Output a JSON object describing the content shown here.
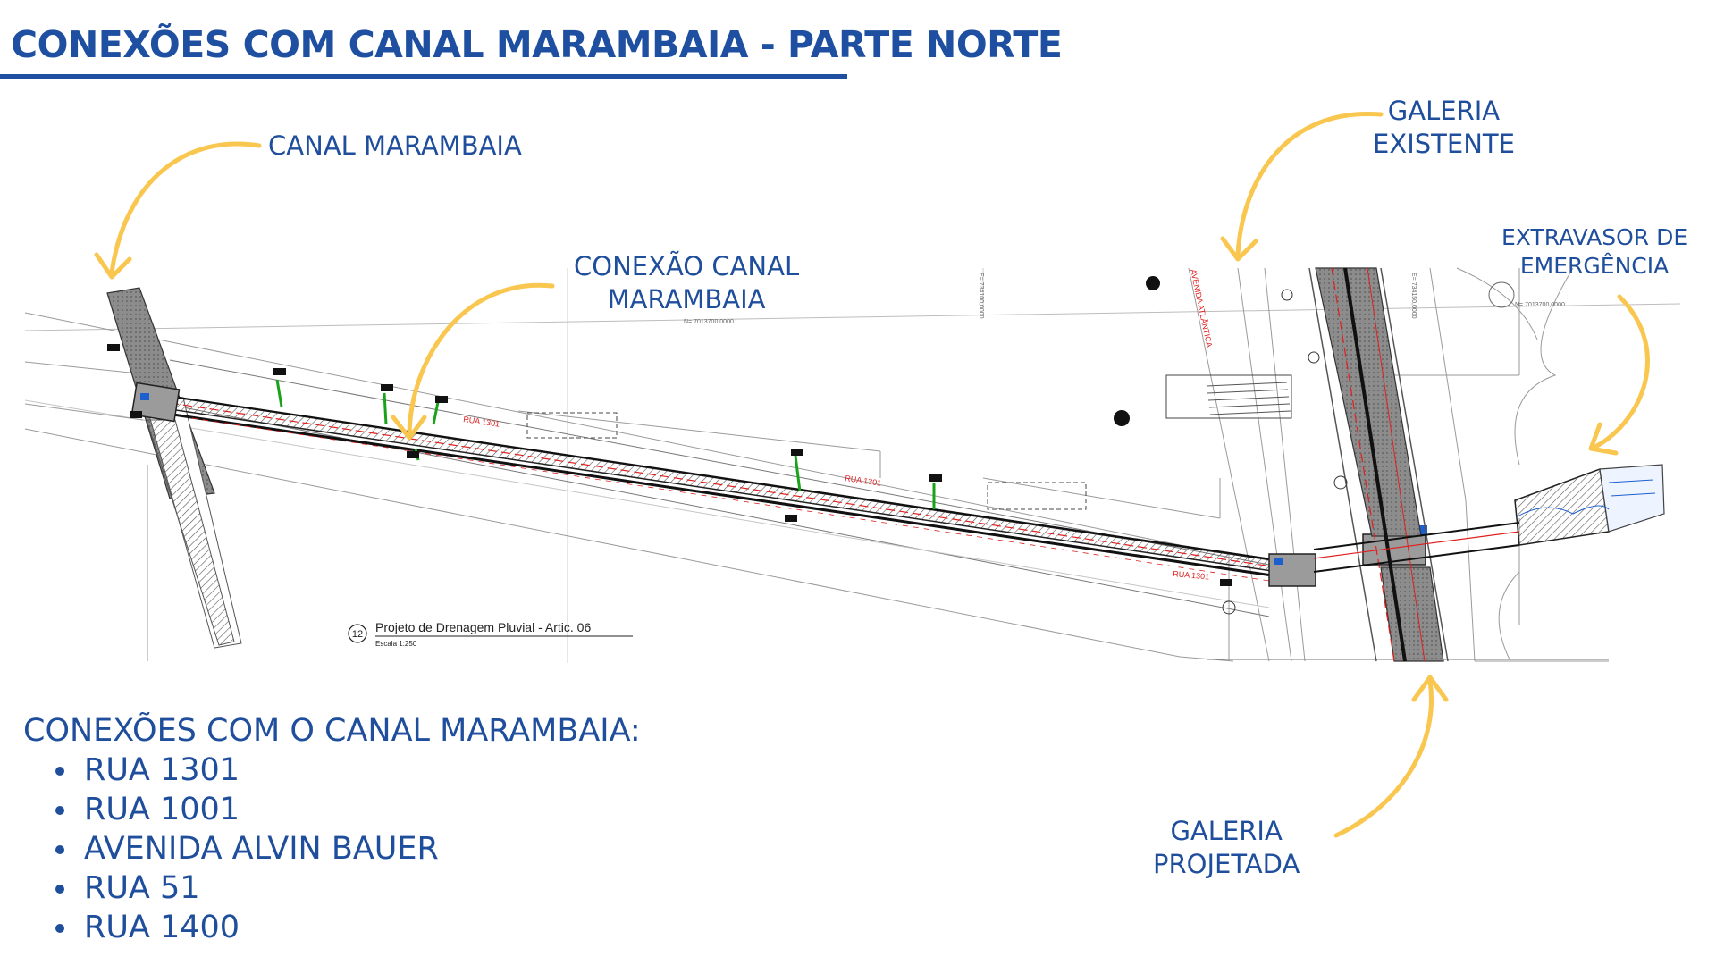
{
  "header": {
    "title": "CONEXÕES COM CANAL MARAMBAIA - PARTE NORTE"
  },
  "callouts": {
    "canal_marambaia": "CANAL MARAMBAIA",
    "conexao_canal": [
      "CONEXÃO CANAL",
      "MARAMBAIA"
    ],
    "galeria_existente": [
      "GALERIA",
      "EXISTENTE"
    ],
    "extravasor": [
      "EXTRAVASOR DE",
      "EMERGÊNCIA"
    ],
    "galeria_projetada": [
      "GALERIA",
      "PROJETADA"
    ]
  },
  "drawing": {
    "street_labels": [
      "RUA 1301",
      "RUA 1301",
      "RUA 1301"
    ],
    "avenue_label": "AVENIDA ATLÂNTICA",
    "sheet_number": "12",
    "sheet_title": "Projeto de Drenagem Pluvial - Artic. 06",
    "sheet_scale": "Escala 1:250",
    "coord_north_1": "N= 7013700,0000",
    "coord_north_2": "N= 7013700,0000",
    "coord_east_1": "E= 734100,0000",
    "coord_east_2": "E= 734150,0000"
  },
  "connections": {
    "heading": "CONEXÕES COM O CANAL MARAMBAIA:",
    "items": [
      "RUA 1301",
      "RUA 1001",
      "AVENIDA ALVIN BAUER",
      "RUA 51",
      "RUA 1400"
    ]
  },
  "colors": {
    "title_blue": "#1e4fa0",
    "text_blue": "#1f4e9c",
    "arrow_yellow": "#f9c74f",
    "line_red": "#e02020",
    "line_green": "#1aa31a"
  }
}
